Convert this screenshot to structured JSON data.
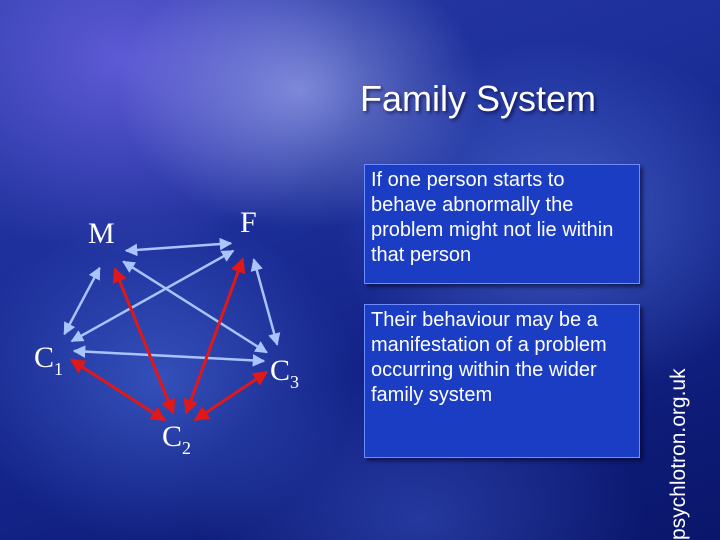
{
  "title": "Family System",
  "textboxes": [
    {
      "text": "If one person starts to behave abnormally the problem might not lie within that person"
    },
    {
      "text": "Their behaviour may be a manifestation of a problem occurring within the wider family system"
    }
  ],
  "diagram": {
    "nodes": {
      "m": {
        "label": "M",
        "sub": ""
      },
      "f": {
        "label": "F",
        "sub": ""
      },
      "c1": {
        "label": "C",
        "sub": "1"
      },
      "c2": {
        "label": "C",
        "sub": "2"
      },
      "c3": {
        "label": "C",
        "sub": "3"
      }
    },
    "edges": [
      {
        "from": "m",
        "to": "f",
        "color": "#a9c4ff"
      },
      {
        "from": "m",
        "to": "c1",
        "color": "#a9c4ff"
      },
      {
        "from": "m",
        "to": "c3",
        "color": "#a9c4ff"
      },
      {
        "from": "f",
        "to": "c1",
        "color": "#a9c4ff"
      },
      {
        "from": "f",
        "to": "c3",
        "color": "#a9c4ff"
      },
      {
        "from": "c1",
        "to": "c3",
        "color": "#a9c4ff"
      },
      {
        "from": "m",
        "to": "c2",
        "color": "#e01818"
      },
      {
        "from": "f",
        "to": "c2",
        "color": "#e01818"
      },
      {
        "from": "c1",
        "to": "c2",
        "color": "#e01818"
      },
      {
        "from": "c3",
        "to": "c2",
        "color": "#e01818"
      }
    ]
  },
  "watermark": "psychlotron.org.uk",
  "colors": {
    "text_box": "#1a3dc4",
    "family_link": "#a9c4ff",
    "child2_link": "#e01818"
  }
}
